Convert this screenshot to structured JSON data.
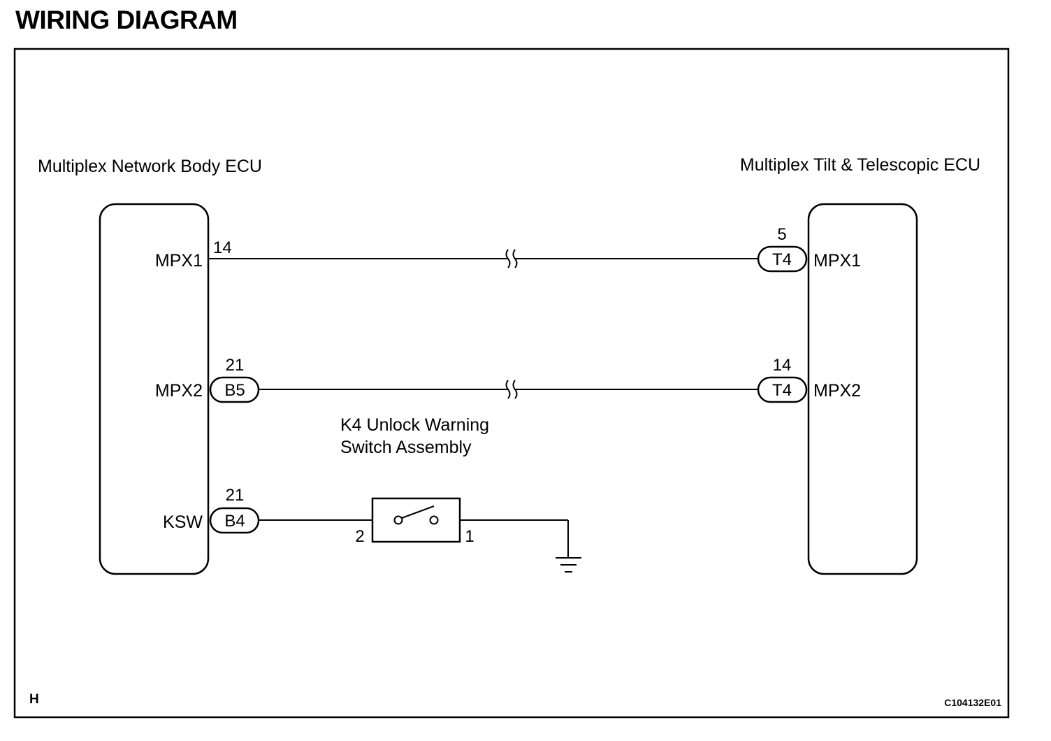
{
  "title": "WIRING DIAGRAM",
  "left_ecu": {
    "name": "Multiplex Network Body ECU",
    "pins": [
      {
        "signal": "MPX1",
        "pin": "14",
        "connector": ""
      },
      {
        "signal": "MPX2",
        "pin": "21",
        "connector": "B5"
      },
      {
        "signal": "KSW",
        "pin": "21",
        "connector": "B4"
      }
    ]
  },
  "right_ecu": {
    "name": "Multiplex Tilt & Telescopic ECU",
    "pins": [
      {
        "signal": "MPX1",
        "pin": "5",
        "connector": "T4"
      },
      {
        "signal": "MPX2",
        "pin": "14",
        "connector": "T4"
      }
    ]
  },
  "switch": {
    "name_line1": "K4 Unlock Warning",
    "name_line2": "Switch Assembly",
    "pin_left": "2",
    "pin_right": "1"
  },
  "footer": {
    "code_left": "H",
    "code_right": "C104132E01"
  }
}
